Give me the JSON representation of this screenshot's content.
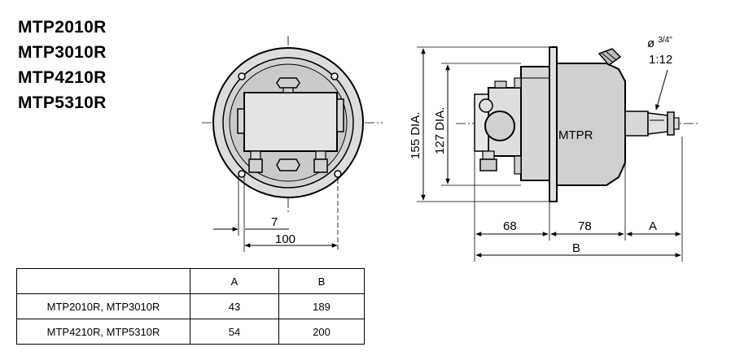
{
  "models": [
    "MTP2010R",
    "MTP3010R",
    "MTP4210R",
    "MTP5310R"
  ],
  "front_view": {
    "dim_small": "7",
    "dim_large": "100"
  },
  "side_view": {
    "dia_outer": "155 DIA.",
    "dia_inner": "127 DIA.",
    "body_label": "MTPR",
    "taper_dia_prefix": "ø",
    "taper_dia_fraction": "3/4\"",
    "taper_ratio": "1:12",
    "dim_68": "68",
    "dim_78": "78",
    "dim_a": "A",
    "dim_b": "B"
  },
  "table": {
    "headers": [
      "",
      "A",
      "B"
    ],
    "rows": [
      {
        "model": "MTP2010R, MTP3010R",
        "a": "43",
        "b": "189"
      },
      {
        "model": "MTP4210R, MTP5310R",
        "a": "54",
        "b": "200"
      }
    ]
  },
  "colors": {
    "body_gray": "#cfcfcf",
    "flange_gray": "#e2e2e2",
    "line": "#000000"
  }
}
